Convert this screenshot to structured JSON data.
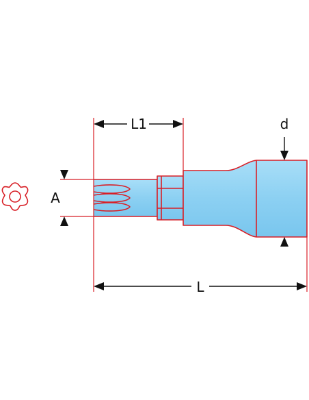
{
  "labels": {
    "l1": "L1",
    "d": "d",
    "a": "A",
    "l": "L"
  },
  "colors": {
    "body_fill": "#8fd3f4",
    "outline": "#d81f26",
    "dimension": "#111111"
  }
}
